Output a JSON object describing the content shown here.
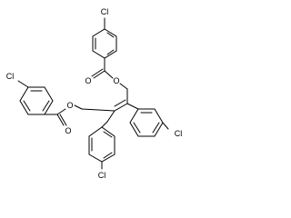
{
  "structure": {
    "atom_labels": {
      "cl_top": "Cl",
      "cl_left": "Cl",
      "cl_right": "Cl",
      "cl_bottom": "Cl",
      "o_carbonyl_top": "O",
      "o_ester_top": "O",
      "o_carbonyl_left": "O",
      "o_ester_left": "O"
    },
    "colors": {
      "ink": "#000000",
      "background": "#ffffff"
    }
  }
}
